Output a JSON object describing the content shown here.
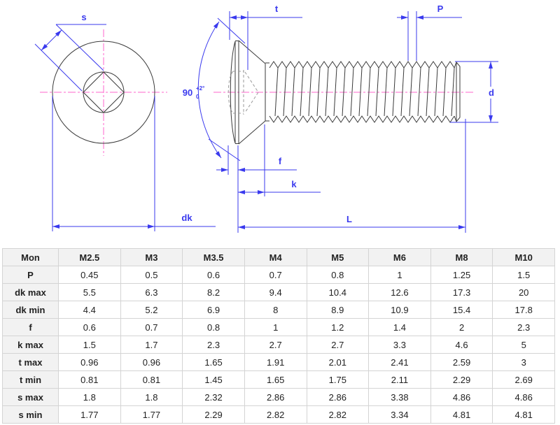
{
  "drawing": {
    "labels": {
      "s": "s",
      "dk": "dk",
      "t": "t",
      "p": "P",
      "d": "d",
      "f": "f",
      "k": "k",
      "l": "L",
      "angle_value": "90",
      "angle_tol_upper": "+2°",
      "angle_tol_lower": "0"
    },
    "colors": {
      "dimension": "#3a3aee",
      "centerline": "#ff66cc",
      "outline": "#3a3a3a",
      "hidden": "#9a9a9a"
    }
  },
  "table": {
    "columns": [
      "Mon",
      "M2.5",
      "M3",
      "M3.5",
      "M4",
      "M5",
      "M6",
      "M8",
      "M10"
    ],
    "rows": [
      {
        "label": "P",
        "values": [
          "0.45",
          "0.5",
          "0.6",
          "0.7",
          "0.8",
          "1",
          "1.25",
          "1.5"
        ]
      },
      {
        "label": "dk max",
        "values": [
          "5.5",
          "6.3",
          "8.2",
          "9.4",
          "10.4",
          "12.6",
          "17.3",
          "20"
        ]
      },
      {
        "label": "dk min",
        "values": [
          "4.4",
          "5.2",
          "6.9",
          "8",
          "8.9",
          "10.9",
          "15.4",
          "17.8"
        ]
      },
      {
        "label": "f",
        "values": [
          "0.6",
          "0.7",
          "0.8",
          "1",
          "1.2",
          "1.4",
          "2",
          "2.3"
        ]
      },
      {
        "label": "k max",
        "values": [
          "1.5",
          "1.7",
          "2.3",
          "2.7",
          "2.7",
          "3.3",
          "4.6",
          "5"
        ]
      },
      {
        "label": "t max",
        "values": [
          "0.96",
          "0.96",
          "1.65",
          "1.91",
          "2.01",
          "2.41",
          "2.59",
          "3"
        ]
      },
      {
        "label": "t min",
        "values": [
          "0.81",
          "0.81",
          "1.45",
          "1.65",
          "1.75",
          "2.11",
          "2.29",
          "2.69"
        ]
      },
      {
        "label": "s max",
        "values": [
          "1.8",
          "1.8",
          "2.32",
          "2.86",
          "2.86",
          "3.38",
          "4.86",
          "4.86"
        ]
      },
      {
        "label": "s min",
        "values": [
          "1.77",
          "1.77",
          "2.29",
          "2.82",
          "2.82",
          "3.34",
          "4.81",
          "4.81"
        ]
      }
    ]
  }
}
